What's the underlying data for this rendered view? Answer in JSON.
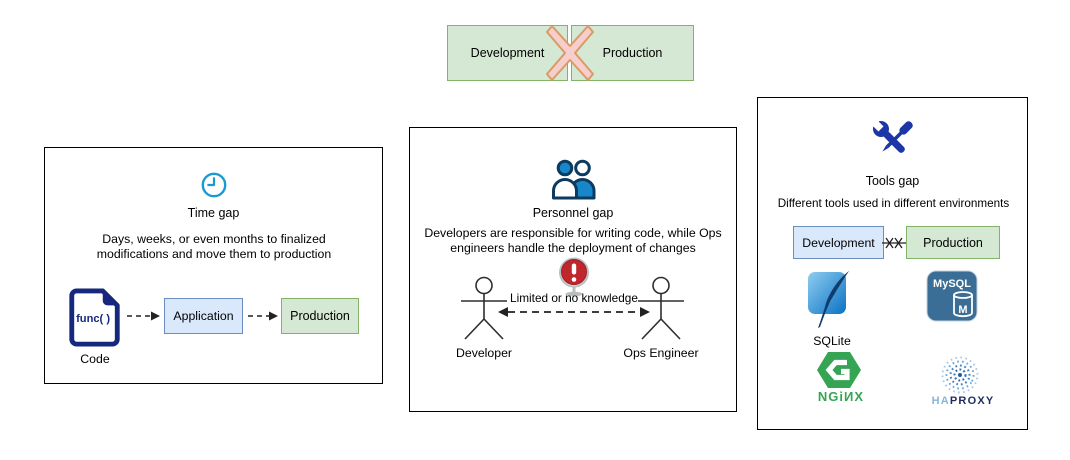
{
  "banner": {
    "development": "Development",
    "production": "Production",
    "x_icon": "x-mark-icon"
  },
  "panels": {
    "time_gap": {
      "icon": "clock-icon",
      "title": "Time gap",
      "description": "Days, weeks, or even months to finalized modifications and move them to production",
      "code_text": "func( )",
      "code_label": "Code",
      "app_box": "Application",
      "prod_box": "Production"
    },
    "personnel_gap": {
      "icon": "people-icon",
      "warning_icon": "globe-warning-icon",
      "title": "Personnel gap",
      "description": "Developers are responsible for writing code, while Ops engineers handle the deployment of changes",
      "arrow_label": "Limited or no knowledge",
      "left_actor": "Developer",
      "right_actor": "Ops Engineer"
    },
    "tools_gap": {
      "icon": "tools-icon",
      "title": "Tools gap",
      "description": "Different tools used in different environments",
      "dev_box": "Development",
      "prod_box": "Production",
      "sqlite_label": "SQLite",
      "mysql_logo_text": "MySQL",
      "mysql_cylinder_letter": "M",
      "nginx_label": "NGiИX",
      "haproxy_label_ha": "HA",
      "haproxy_label_proxy": "PROXY"
    }
  },
  "colors": {
    "box_green_fill": "#d5e8d4",
    "box_green_border": "#82b366",
    "box_blue_fill": "#dae8fc",
    "box_blue_border": "#6c8ebf",
    "x_fill": "#f8cecc",
    "x_border": "#d79b66",
    "navy": "#16277e",
    "people_fill": "#1787c9",
    "clock_blue": "#1b9ad2",
    "alert_red": "#c0272d",
    "nginx_green": "#35a553",
    "mysql_blue": "#3a6e96",
    "haproxy_navy": "#1e2d5a",
    "haproxy_light": "#85b6dc"
  }
}
